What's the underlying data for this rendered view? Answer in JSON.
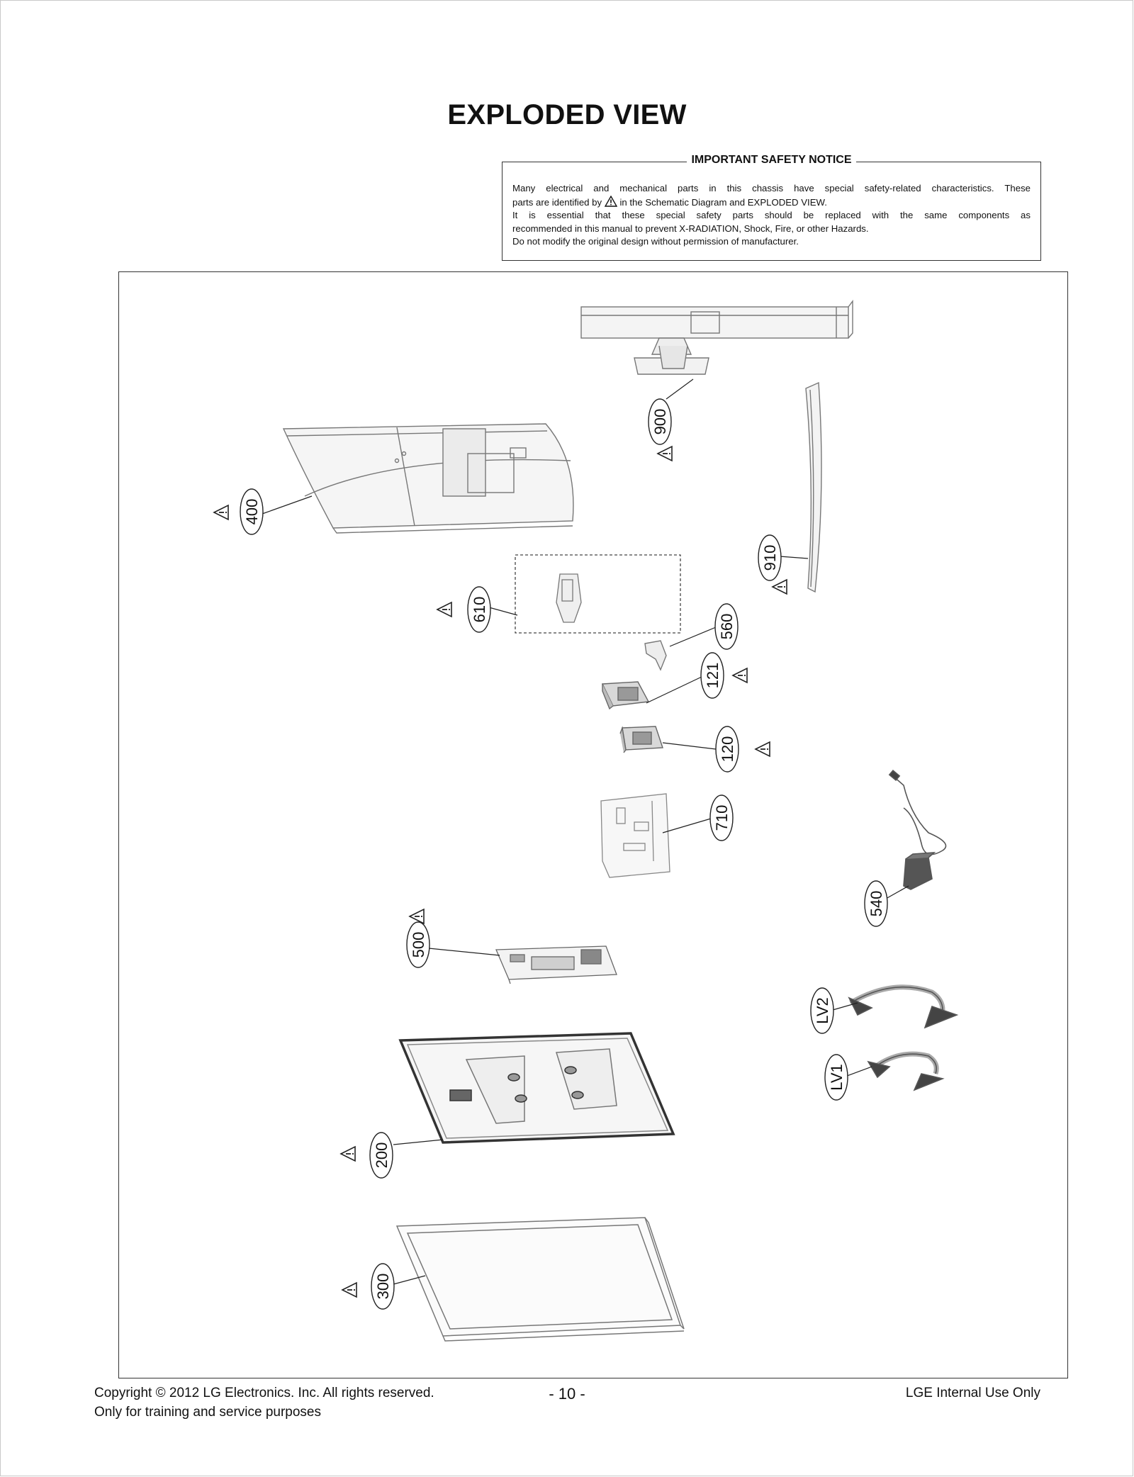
{
  "page": {
    "title": "EXPLODED VIEW",
    "page_number": "- 10 -"
  },
  "notice": {
    "heading": "IMPORTANT SAFETY NOTICE",
    "line1": "Many electrical and mechanical parts in this chassis have special safety-related characteristics. These",
    "line2_a": "parts are identified by",
    "line2_b": "in the Schematic Diagram and EXPLODED VIEW.",
    "line3": "It is essential that these special safety parts should be replaced with the same components as",
    "line4": "recommended in this manual to prevent X-RADIATION, Shock, Fire, or other Hazards.",
    "line5": "Do not modify the original design without permission of manufacturer."
  },
  "parts": [
    {
      "id": "900",
      "safety": true
    },
    {
      "id": "400",
      "safety": true
    },
    {
      "id": "910",
      "safety": true
    },
    {
      "id": "610",
      "safety": true
    },
    {
      "id": "560",
      "safety": false
    },
    {
      "id": "121",
      "safety": true
    },
    {
      "id": "120",
      "safety": true
    },
    {
      "id": "710",
      "safety": false
    },
    {
      "id": "540",
      "safety": false
    },
    {
      "id": "500",
      "safety": true
    },
    {
      "id": "LV2",
      "safety": false
    },
    {
      "id": "LV1",
      "safety": false
    },
    {
      "id": "200",
      "safety": true
    },
    {
      "id": "300",
      "safety": true
    }
  ],
  "footer": {
    "copyright": "Copyright  © 2012  LG Electronics. Inc. All rights reserved.",
    "purpose": "Only for training and service purposes",
    "internal": "LGE Internal Use Only"
  },
  "icons": {
    "safety_mark": "warning-triangle-icon"
  }
}
